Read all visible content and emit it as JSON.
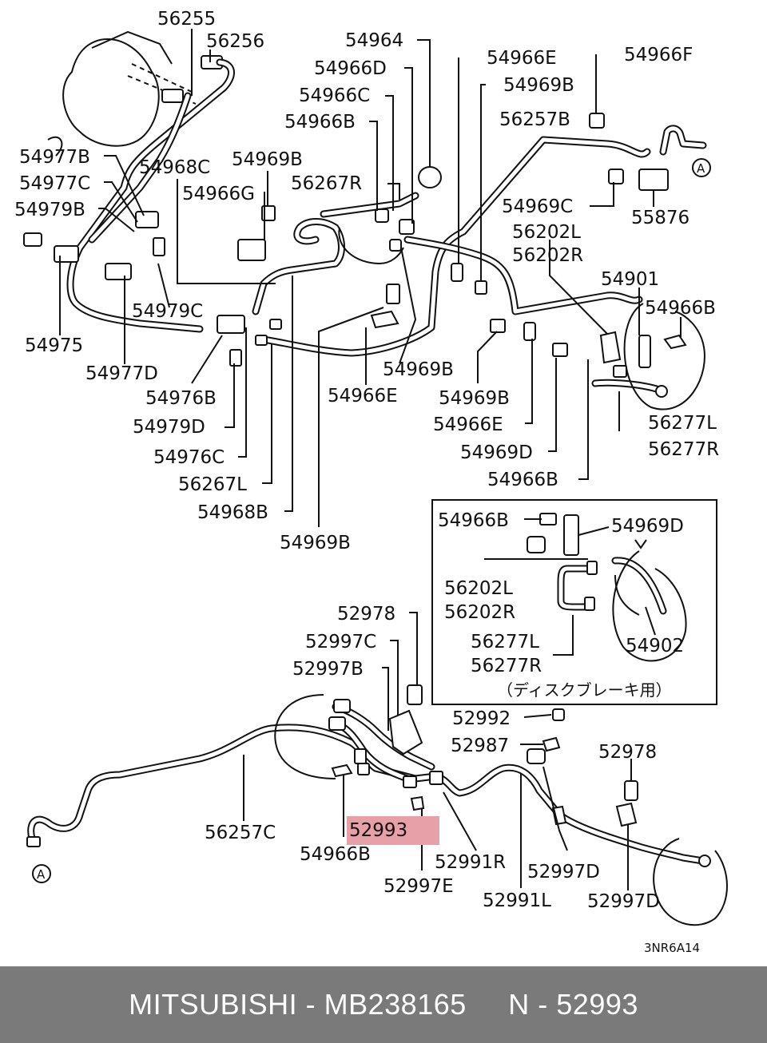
{
  "diagram": {
    "code": "3NR6A14",
    "ref_mark": "A",
    "inset_caption": "（ディスクブレーキ用）",
    "highlight_color": "#e8a0a8",
    "labels": {
      "p56255": "56255",
      "p56256": "56256",
      "p54964": "54964",
      "p54966D": "54966D",
      "p54966C": "54966C",
      "p54966B_top": "54966B",
      "p54966E_top": "54966E",
      "p54969B_topright": "54969B",
      "p54966F": "54966F",
      "p56257B": "56257B",
      "p54977B": "54977B",
      "p54977C": "54977C",
      "p54979B": "54979B",
      "p54968C": "54968C",
      "p54969B_mid": "54969B",
      "p54966G": "54966G",
      "p56267R": "56267R",
      "p54969C": "54969C",
      "p55876": "55876",
      "p56202L": "56202L",
      "p56202R": "56202R",
      "p54901": "54901",
      "p54966B_right": "54966B",
      "p54979C": "54979C",
      "p54975": "54975",
      "p54977D": "54977D",
      "p54969B_center": "54969B",
      "p54976B": "54976B",
      "p54966E_center": "54966E",
      "p54969B_right": "54969B",
      "p54966E_right": "54966E",
      "p56277L": "56277L",
      "p56277R": "56277R",
      "p54979D": "54979D",
      "p54969D": "54969D",
      "p54976C": "54976C",
      "p54966B_lower": "54966B",
      "p56267L": "56267L",
      "p54968B": "54968B",
      "p54969B_bottom": "54969B",
      "inset_54966B": "54966B",
      "inset_54969D": "54969D",
      "inset_56202L": "56202L",
      "inset_56202R": "56202R",
      "inset_56277L": "56277L",
      "inset_56277R": "56277R",
      "inset_54902": "54902",
      "p52978_left": "52978",
      "p52997C": "52997C",
      "p52997B": "52997B",
      "p52992": "52992",
      "p52987": "52987",
      "p52978_right": "52978",
      "p56257C": "56257C",
      "p52993": "52993",
      "p54966B_bottom": "54966B",
      "p52991R": "52991R",
      "p52997D_mid": "52997D",
      "p52997E": "52997E",
      "p52991L": "52991L",
      "p52997D_right": "52997D"
    }
  },
  "footer": {
    "brand": "MITSUBISHI",
    "part_number": "MB238165",
    "ref": "N - 52993"
  }
}
